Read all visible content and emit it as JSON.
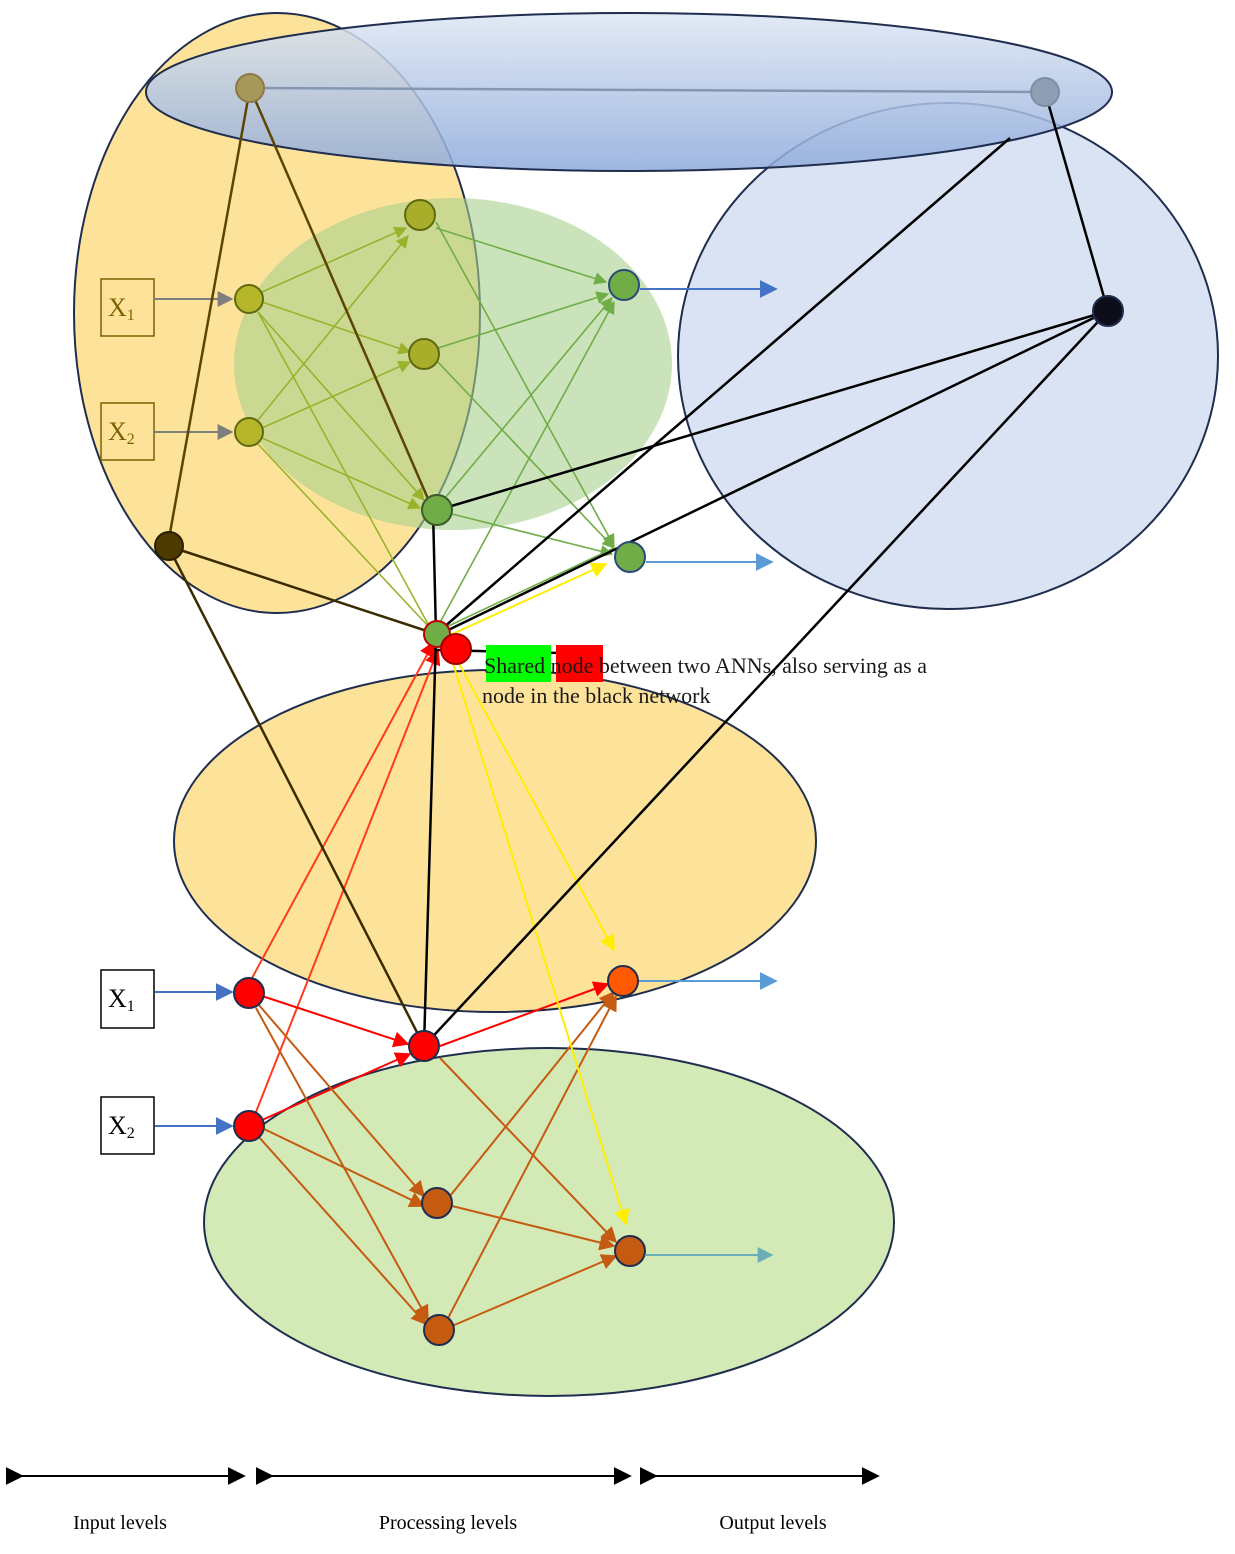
{
  "inputs": {
    "top_x1": {
      "label": "X",
      "sub": "1"
    },
    "top_x2": {
      "label": "X",
      "sub": "2"
    },
    "bottom_x1": {
      "label": "X",
      "sub": "1"
    },
    "bottom_x2": {
      "label": "X",
      "sub": "2"
    }
  },
  "legend": {
    "line1": "Shared node between two ANNs, also serving as a",
    "line2": "node in the black network",
    "swatch_green": "#00ff00",
    "swatch_red": "#ff0000"
  },
  "levels": {
    "input": "Input levels",
    "processing": "Processing levels",
    "output": "Output levels"
  },
  "colors": {
    "region_orange": "#fdd76f",
    "region_blue": "#b4c7e7",
    "region_green_top": "#a9d18e",
    "region_green_bottom": "#c5e0a5",
    "node_olive": "#b6b62a",
    "node_green": "#70ad47",
    "node_red": "#ff0000",
    "node_orange": "#c55a11",
    "node_black": "#0d0d1a",
    "edge_black": "#000000",
    "edge_yellow": "#ffff00",
    "edge_blue": "#4472c4"
  }
}
